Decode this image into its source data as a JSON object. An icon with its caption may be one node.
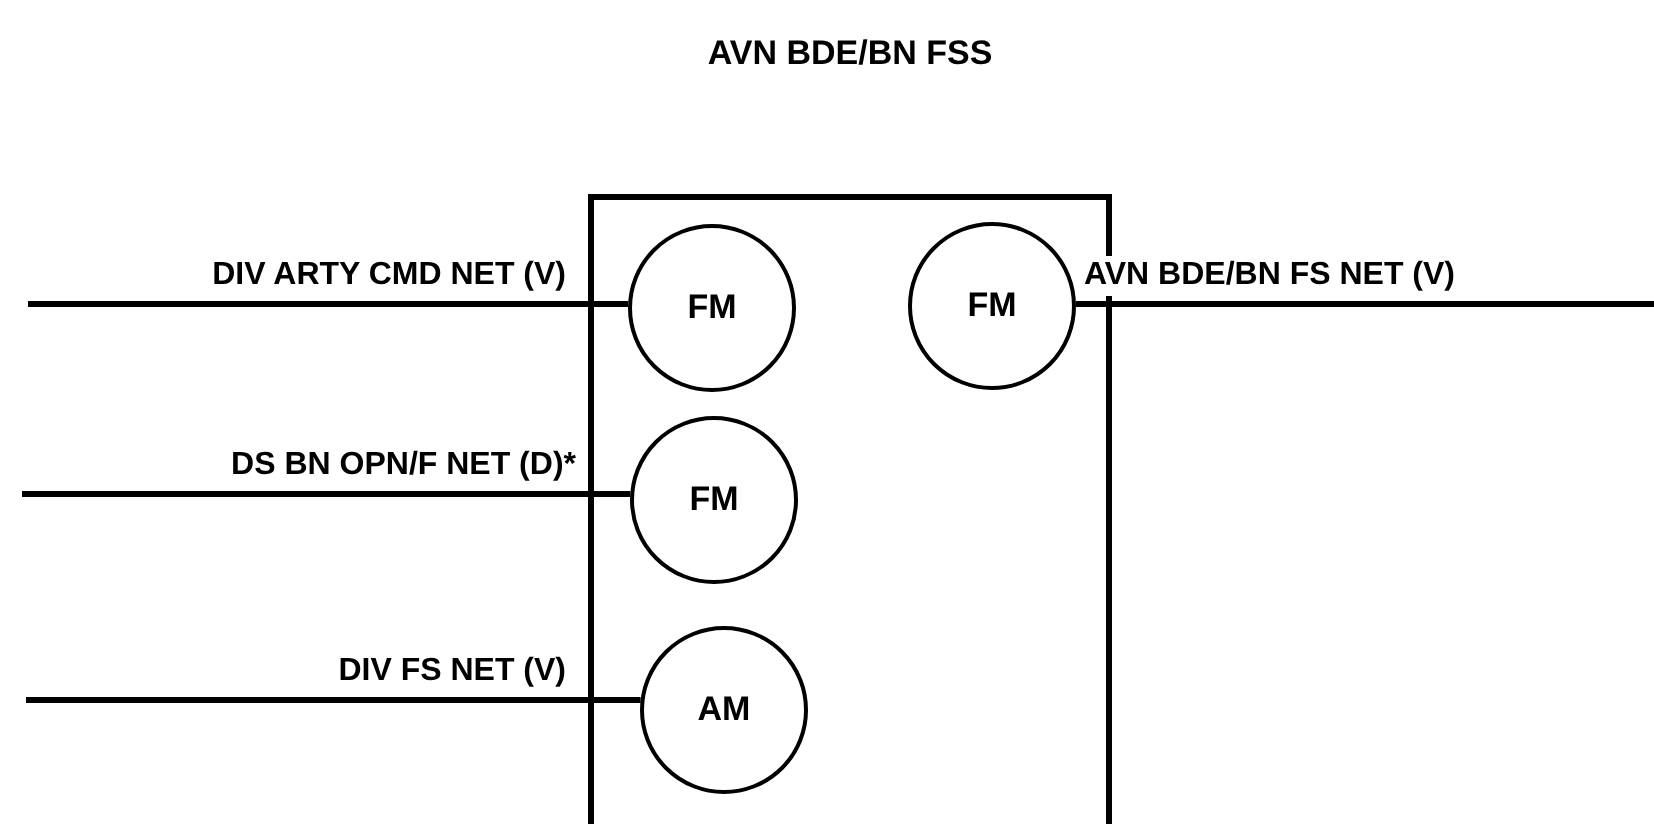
{
  "diagram": {
    "nodes": [
      {
        "text": [
          "AVN BDE/BN FSS"
        ]
      },
      {
        "text": [
          "FM"
        ],
        "in": 0
      },
      {
        "text": [
          "FM"
        ],
        "in": 0
      },
      {
        "text": [
          "FM"
        ],
        "in": 0
      },
      {
        "text": [
          "AM"
        ],
        "in": 0
      }
    ],
    "edges": [
      {
        "from": null,
        "to": 1,
        "arrow": "none",
        "label": "DIV ARTY CMD NET (V)"
      },
      {
        "from": 2,
        "to": null,
        "arrow": "none",
        "label": "AVN BDE/BN FS NET (V)"
      },
      {
        "from": null,
        "to": 3,
        "arrow": "none",
        "label": "DS BN OPN/F NET (D)*"
      },
      {
        "from": null,
        "to": 4,
        "arrow": "none",
        "label": "DIV FS NET (V)"
      }
    ]
  }
}
